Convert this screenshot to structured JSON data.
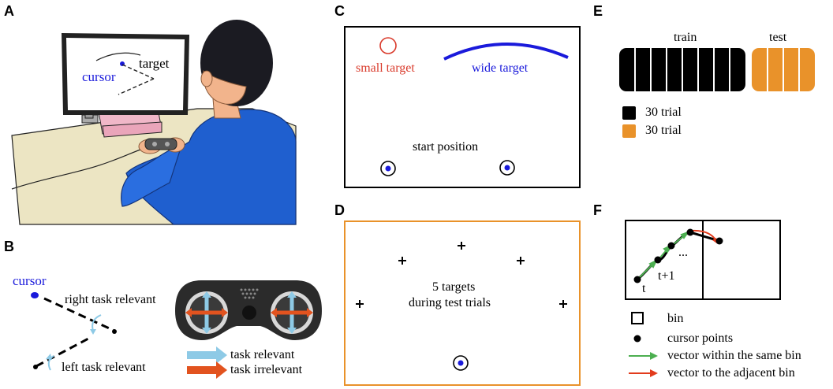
{
  "panel_labels": [
    "A",
    "B",
    "C",
    "D",
    "E",
    "F"
  ],
  "panel_a": {
    "cursor_label": "cursor",
    "target_label": "target"
  },
  "panel_b": {
    "cursor_label": "cursor",
    "right_label": "right task relevant",
    "left_label": "left task relevant",
    "legend": [
      {
        "label": "task relevant",
        "color": "#8ecae6"
      },
      {
        "label": "task irrelevant",
        "color": "#e2531f"
      }
    ]
  },
  "panel_c": {
    "small_target_label": "small target",
    "wide_target_label": "wide target",
    "start_label": "start position",
    "small_color": "#d93a2b",
    "wide_color": "#1a1adb"
  },
  "panel_d": {
    "line1": "5 targets",
    "line2": "during test trials",
    "border_color": "#e9922a"
  },
  "panel_e": {
    "train_label": "train",
    "test_label": "test",
    "legend": [
      {
        "label": "30 trial",
        "color": "#000000"
      },
      {
        "label": "30 trial",
        "color": "#e9922a"
      }
    ]
  },
  "panel_f": {
    "t_label": "t",
    "t1_label": "t+1",
    "dots_label": "...",
    "legend": [
      {
        "label": "bin",
        "icon": "square-outline-icon"
      },
      {
        "label": "cursor points",
        "icon": "dot-icon"
      },
      {
        "label": "vector within the same bin",
        "icon": "green-arrow-icon",
        "color": "#4caf50"
      },
      {
        "label": "vector to the adjacent bin",
        "icon": "red-arrow-icon",
        "color": "#e23b1c"
      }
    ]
  }
}
